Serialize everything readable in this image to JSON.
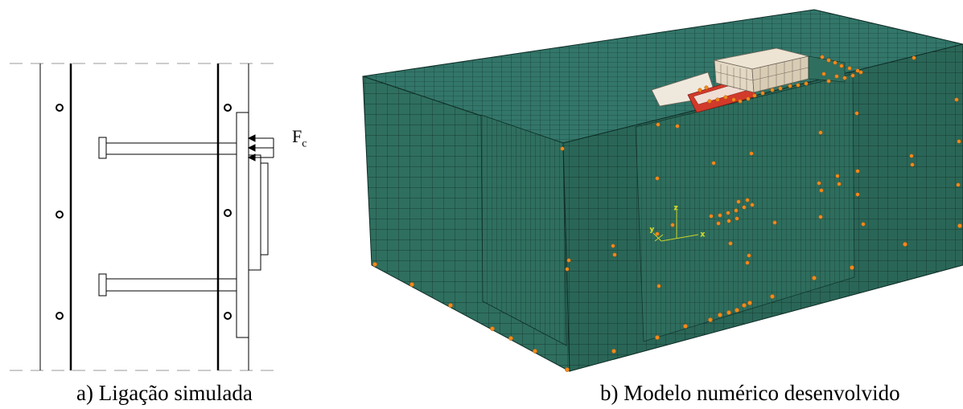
{
  "panel_a": {
    "force_symbol": "F",
    "force_subscript": "c",
    "caption": "a) Ligação simulada"
  },
  "panel_b": {
    "caption": "b) Modelo numérico desenvolvido",
    "triad_labels": {
      "x": "x",
      "y": "y",
      "z": "z"
    }
  },
  "colors": {
    "mesh_fill": "#2f6f5f",
    "mesh_side": "#285f52",
    "mesh_line": "#0e2d26",
    "constraint": "#f08a1c",
    "loading_block": "#e6dccb",
    "loading_red": "#d23a2a",
    "triad": "#c9d32a"
  }
}
